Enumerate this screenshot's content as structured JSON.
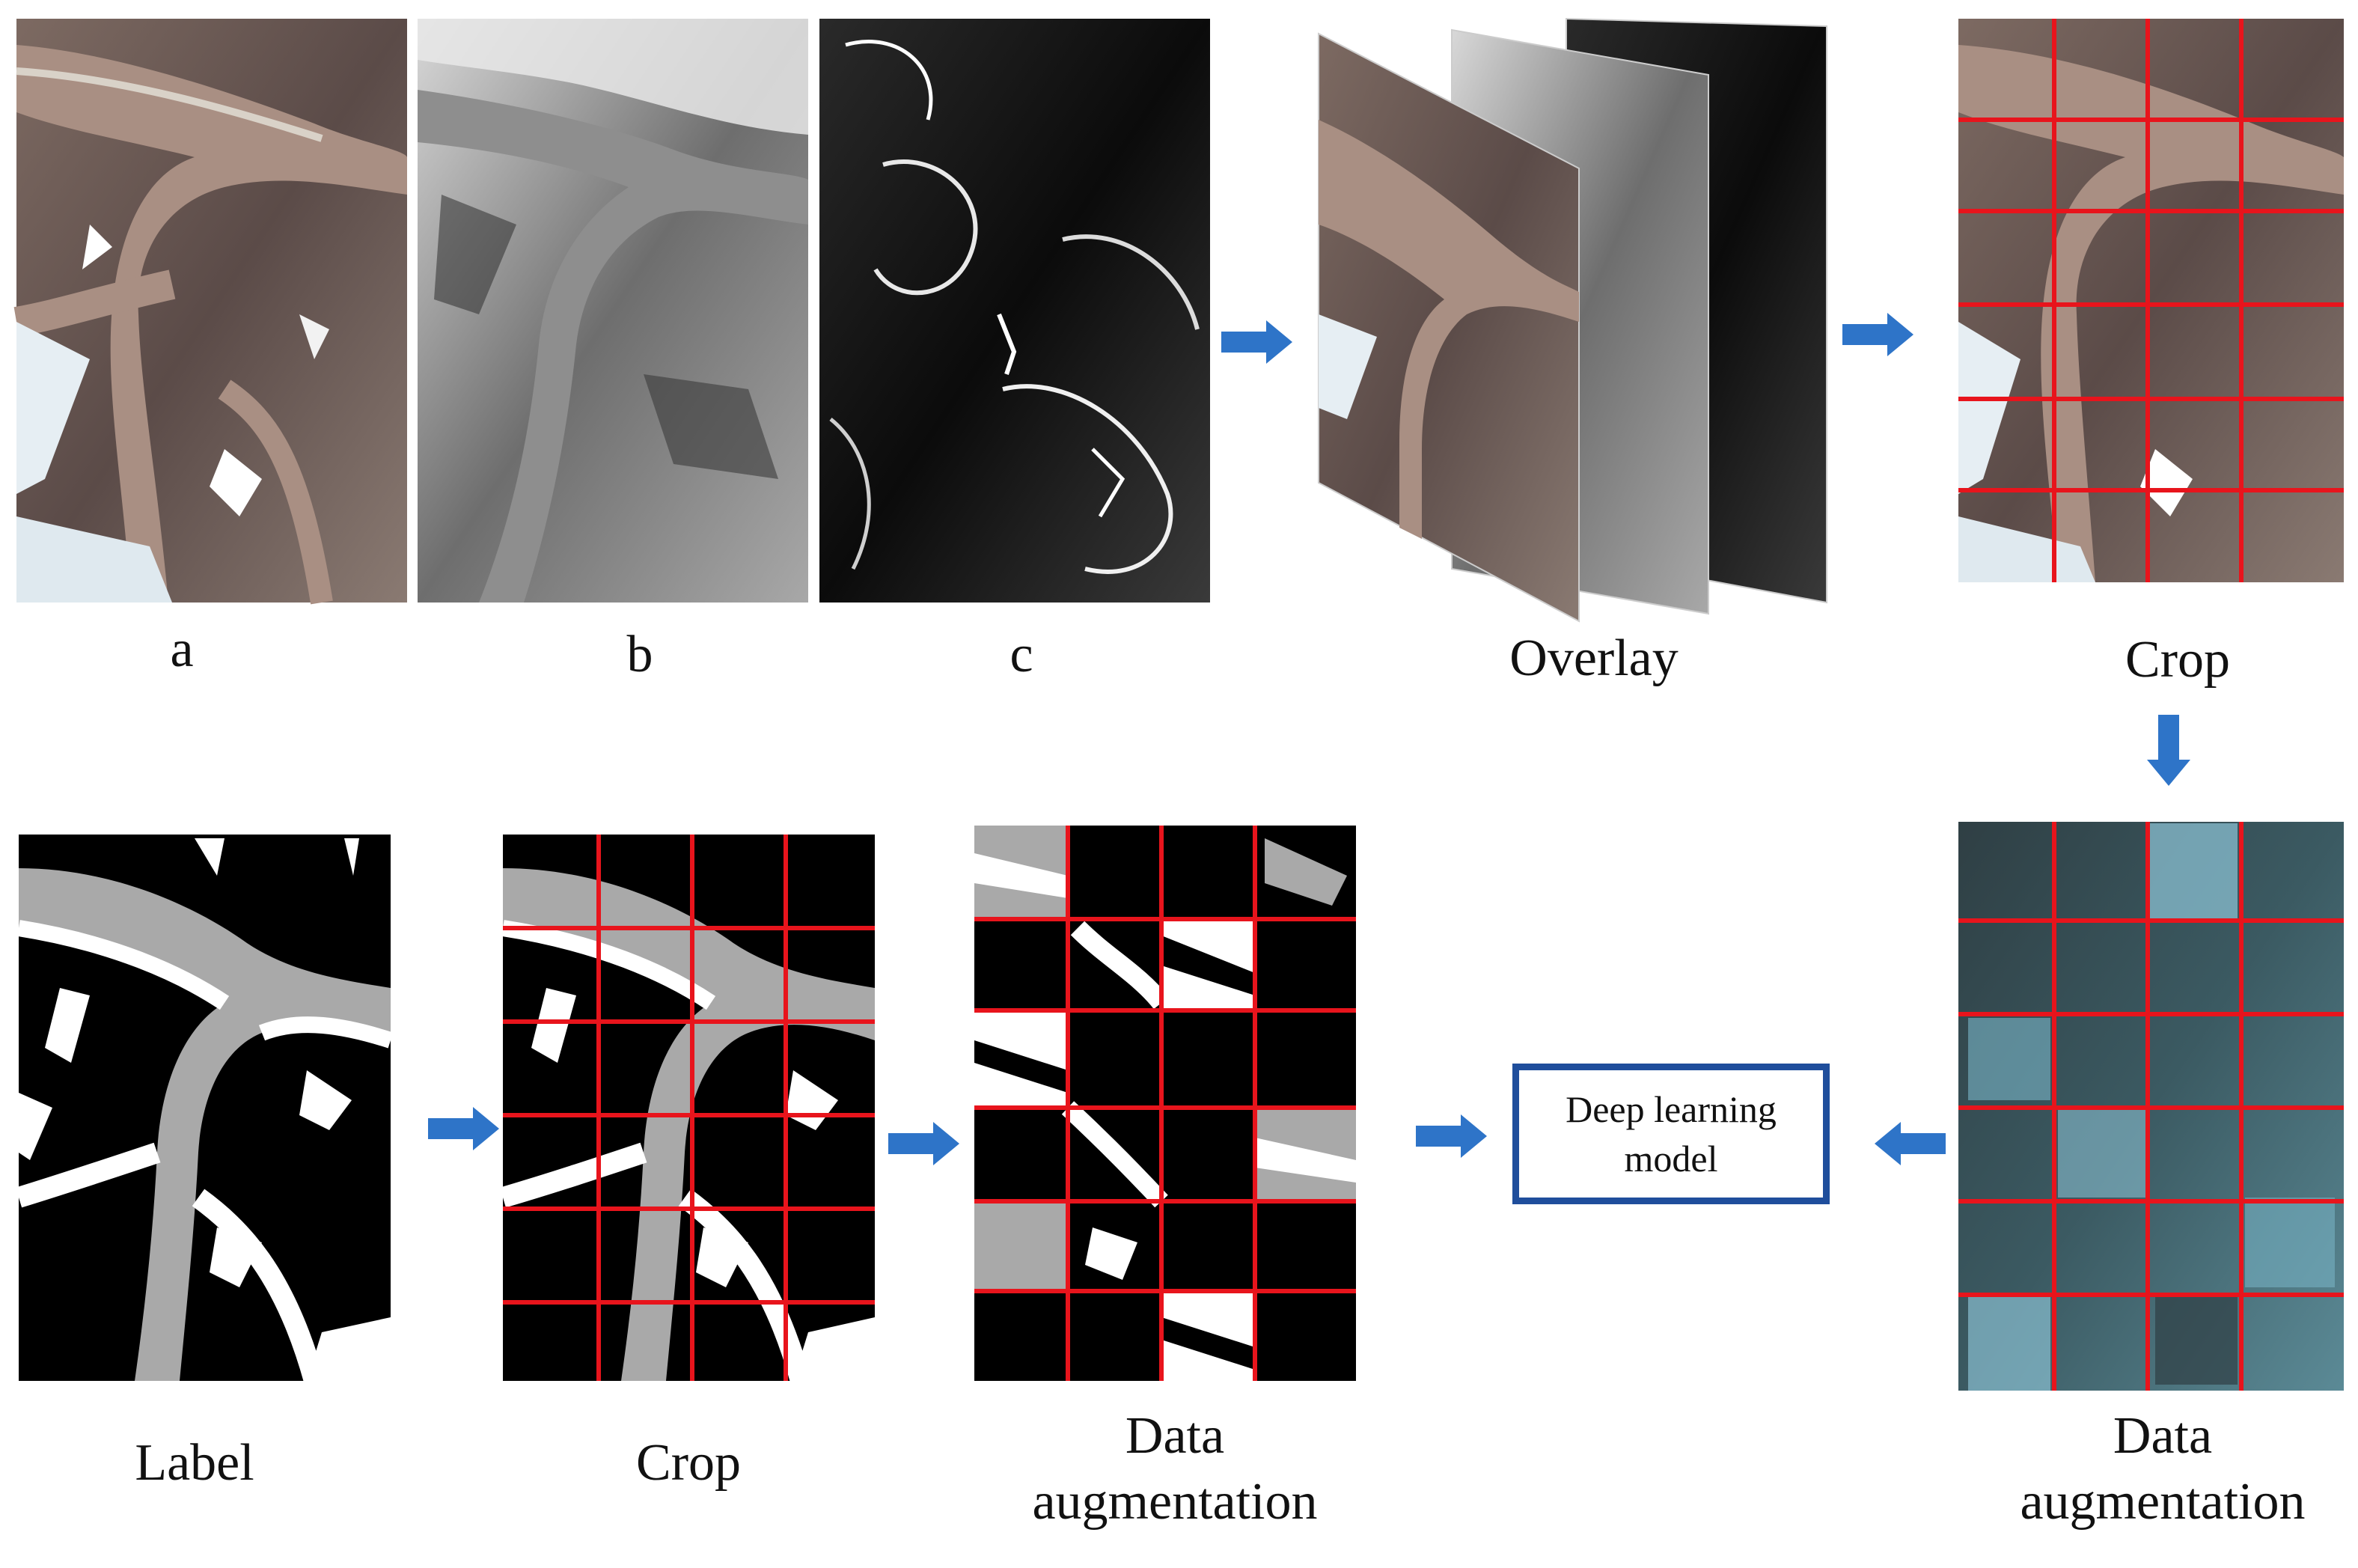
{
  "panels": {
    "a_label": "a",
    "b_label": "b",
    "c_label": "c",
    "overlay_label": "Overlay",
    "crop_top_label": "Crop",
    "label_label": "Label",
    "crop_bottom_label": "Crop",
    "augment_bottom_label": "Data augmentation",
    "augment_right_label": "Data augmentation"
  },
  "model_box": {
    "text": "Deep learning model"
  },
  "colors": {
    "arrow": "#2e74c8",
    "grid_line": "#e8141c",
    "box_border": "#1f4e9c",
    "glacier_gray": "#a9a9a9",
    "snow_white": "#ffffff",
    "rock_black": "#000000"
  }
}
